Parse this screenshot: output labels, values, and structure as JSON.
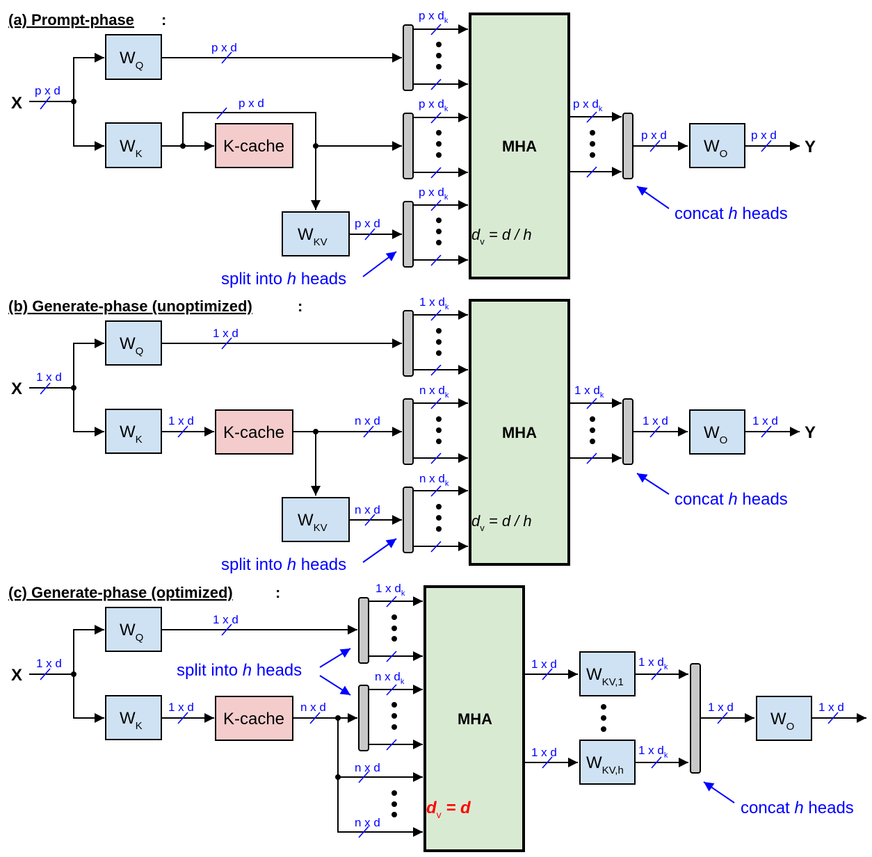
{
  "sections": {
    "a": {
      "title": "(a) Prompt-phase",
      "input": "X",
      "output": "Y",
      "in_dim": "p x d",
      "wq": {
        "main": "W",
        "sub": "Q"
      },
      "wk": {
        "main": "W",
        "sub": "K"
      },
      "wkv": {
        "main": "W",
        "sub": "KV"
      },
      "wo": {
        "main": "W",
        "sub": "O"
      },
      "kcache": "K-cache",
      "q_dim": "p x d",
      "bypass_dim": "p x d",
      "wkv_out_dim": "p x d",
      "head_dims": [
        {
          "main": "p x d",
          "sub": "k"
        },
        {
          "main": "p x d",
          "sub": "k"
        },
        {
          "main": "p x d",
          "sub": "k"
        }
      ],
      "mha": "MHA",
      "dv": {
        "main": "d",
        "sub": "v",
        "rest": " = d / h"
      },
      "out_head_dim": {
        "main": "p x d",
        "sub": "k"
      },
      "concat_dim": "p x d",
      "wo_out_dim": "p x d",
      "split_note": {
        "pre": "split into ",
        "h": "h",
        "post": " heads"
      },
      "concat_note": {
        "pre": "concat ",
        "h": "h",
        "post": " heads"
      }
    },
    "b": {
      "title": "(b) Generate-phase (unoptimized)",
      "input": "X",
      "output": "Y",
      "in_dim": "1 x d",
      "wq": {
        "main": "W",
        "sub": "Q"
      },
      "wk": {
        "main": "W",
        "sub": "K"
      },
      "wkv": {
        "main": "W",
        "sub": "KV"
      },
      "wo": {
        "main": "W",
        "sub": "O"
      },
      "kcache": "K-cache",
      "q_dim": "1 x d",
      "wk_out_dim": "1 x d",
      "kcache_out_dim": "n x d",
      "wkv_out_dim": "n x d",
      "head_dims": [
        {
          "main": "1 x d",
          "sub": "k"
        },
        {
          "main": "n x d",
          "sub": "k"
        },
        {
          "main": "n x d",
          "sub": "k"
        }
      ],
      "mha": "MHA",
      "dv": {
        "main": "d",
        "sub": "v",
        "rest": " = d / h"
      },
      "out_head_dim": {
        "main": "1 x d",
        "sub": "k"
      },
      "concat_dim": "1 x d",
      "wo_out_dim": "1 x d",
      "split_note": {
        "pre": "split into ",
        "h": "h",
        "post": " heads"
      },
      "concat_note": {
        "pre": "concat ",
        "h": "h",
        "post": " heads"
      }
    },
    "c": {
      "title": "(c) Generate-phase (optimized)",
      "input": "X",
      "in_dim": "1 x d",
      "wq": {
        "main": "W",
        "sub": "Q"
      },
      "wk": {
        "main": "W",
        "sub": "K"
      },
      "wo": {
        "main": "W",
        "sub": "O"
      },
      "wkv1": {
        "main": "W",
        "sub": "KV,1"
      },
      "wkvh": {
        "main": "W",
        "sub": "KV,h"
      },
      "kcache": "K-cache",
      "q_dim": "1 x d",
      "wk_out_dim": "1 x d",
      "kcache_out_dim": "n x d",
      "head_dims": [
        {
          "main": "1 x d",
          "sub": "k"
        },
        {
          "main": "n x d",
          "sub": "k"
        }
      ],
      "v_dims": [
        "n x d",
        "n x d"
      ],
      "mha": "MHA",
      "dv": {
        "main": "d",
        "sub": "v",
        "rest": " = d"
      },
      "mha_out_dims": [
        "1 x d",
        "1 x d"
      ],
      "wkv_out_dims": [
        {
          "main": "1 x d",
          "sub": "k"
        },
        {
          "main": "1 x d",
          "sub": "k"
        }
      ],
      "concat_dim": "1 x d",
      "wo_out_dim": "1 x d",
      "split_note": {
        "pre": "split into ",
        "h": "h",
        "post": " heads"
      },
      "concat_note": {
        "pre": "concat ",
        "h": "h",
        "post": " heads"
      }
    }
  }
}
